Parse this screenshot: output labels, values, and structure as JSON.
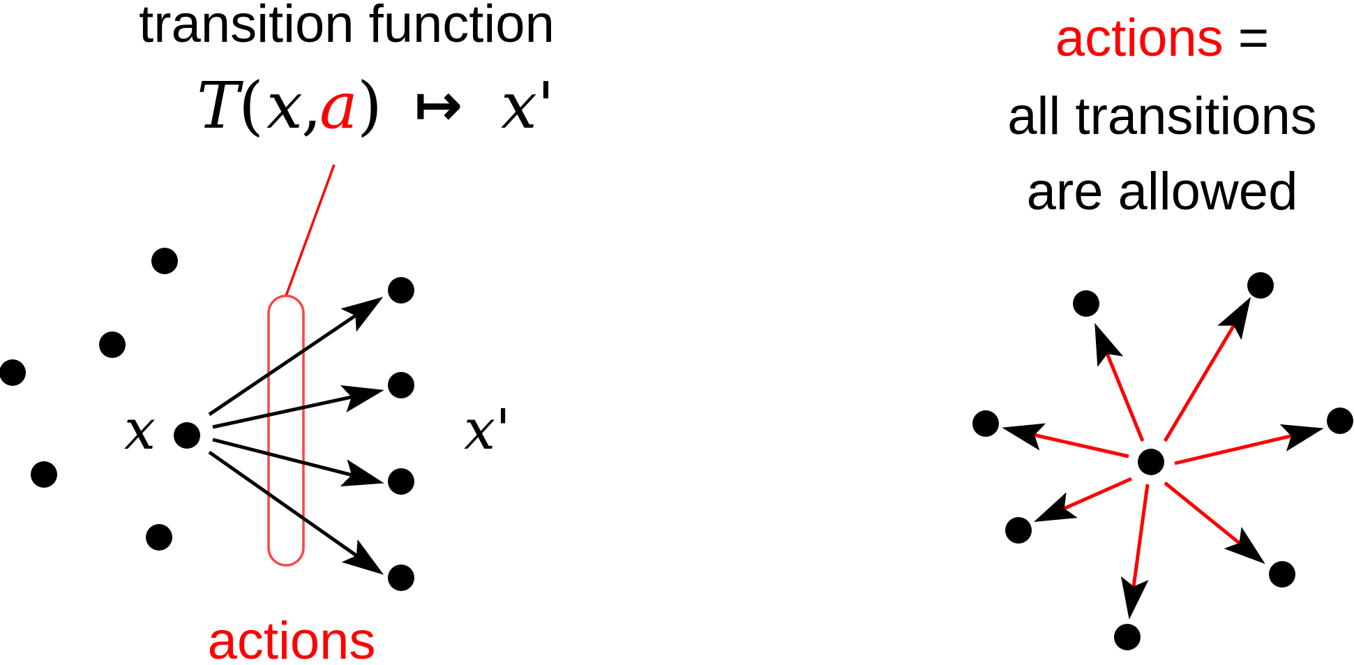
{
  "colors": {
    "ink": "#000000",
    "accent": "#ff0000"
  },
  "left_panel": {
    "title": "transition function",
    "formula": {
      "T": "T",
      "open": "(",
      "x": "x",
      "comma": ",",
      "a": "a",
      "close": ")",
      "mapsto": "↦",
      "result": "x'"
    },
    "state_label": "x",
    "next_state_label": "x'",
    "actions_label": "actions"
  },
  "right_panel": {
    "line1_red": "actions",
    "line1_rest": " =",
    "line2": "all transitions",
    "line3": "are allowed"
  }
}
